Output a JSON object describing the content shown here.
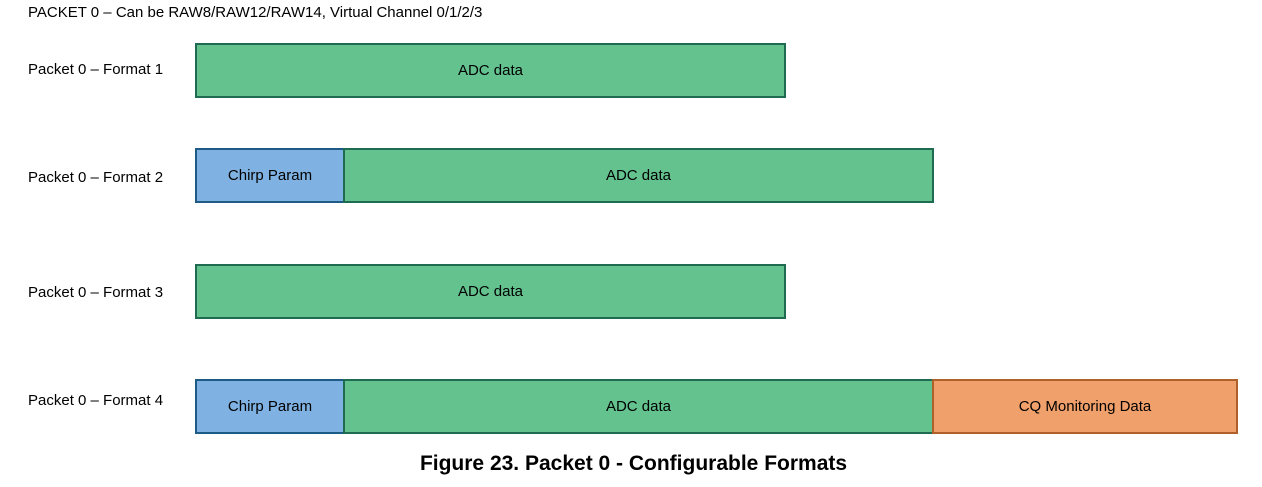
{
  "header": "PACKET 0 – Can be RAW8/RAW12/RAW14, Virtual Channel 0/1/2/3",
  "rows": [
    {
      "label": "Packet 0 – Format 1",
      "segments": [
        {
          "type": "adc",
          "text": "ADC data"
        }
      ]
    },
    {
      "label": "Packet 0 – Format 2",
      "segments": [
        {
          "type": "chirp",
          "text": "Chirp Param"
        },
        {
          "type": "adc",
          "text": "ADC data"
        }
      ]
    },
    {
      "label": "Packet 0 – Format 3",
      "segments": [
        {
          "type": "adc",
          "text": "ADC data"
        }
      ]
    },
    {
      "label": "Packet 0  – Format 4",
      "segments": [
        {
          "type": "chirp",
          "text": "Chirp Param"
        },
        {
          "type": "adc",
          "text": "ADC data"
        },
        {
          "type": "cq",
          "text": "CQ Monitoring Data"
        }
      ]
    }
  ],
  "caption": "Figure 23. Packet 0 - Configurable Formats",
  "colors": {
    "adc": "#64c28f",
    "chirp": "#7fb2e3",
    "cq": "#f0a06a"
  }
}
